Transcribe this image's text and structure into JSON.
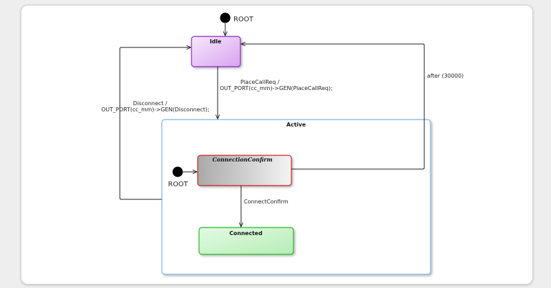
{
  "diagram": {
    "states": {
      "idle": "Idle",
      "active": "Active",
      "connection_confirm": "ConnectionConfirm",
      "connected": "Connected"
    },
    "initial_labels": {
      "top": "ROOT",
      "inner": "ROOT"
    },
    "transitions": {
      "place_call_event": "PlaceCallReq /",
      "place_call_action": "OUT_PORT(cc_mm)->GEN(PlaceCallReq);",
      "disconnect_event": "Disconnect /",
      "disconnect_action": "OUT_PORT(cc_mm)->GEN(Disconnect);",
      "timeout": "after (30000)",
      "connect_confirm": "ConnectConfirm"
    },
    "colors": {
      "idle_fill": "#e4b8f4",
      "idle_border": "#8a2bb8",
      "active_border": "#7fb3d9",
      "connection_confirm_border": "#cc2222",
      "connected_fill": "#c9f2c9",
      "connected_border": "#22bb22"
    }
  }
}
